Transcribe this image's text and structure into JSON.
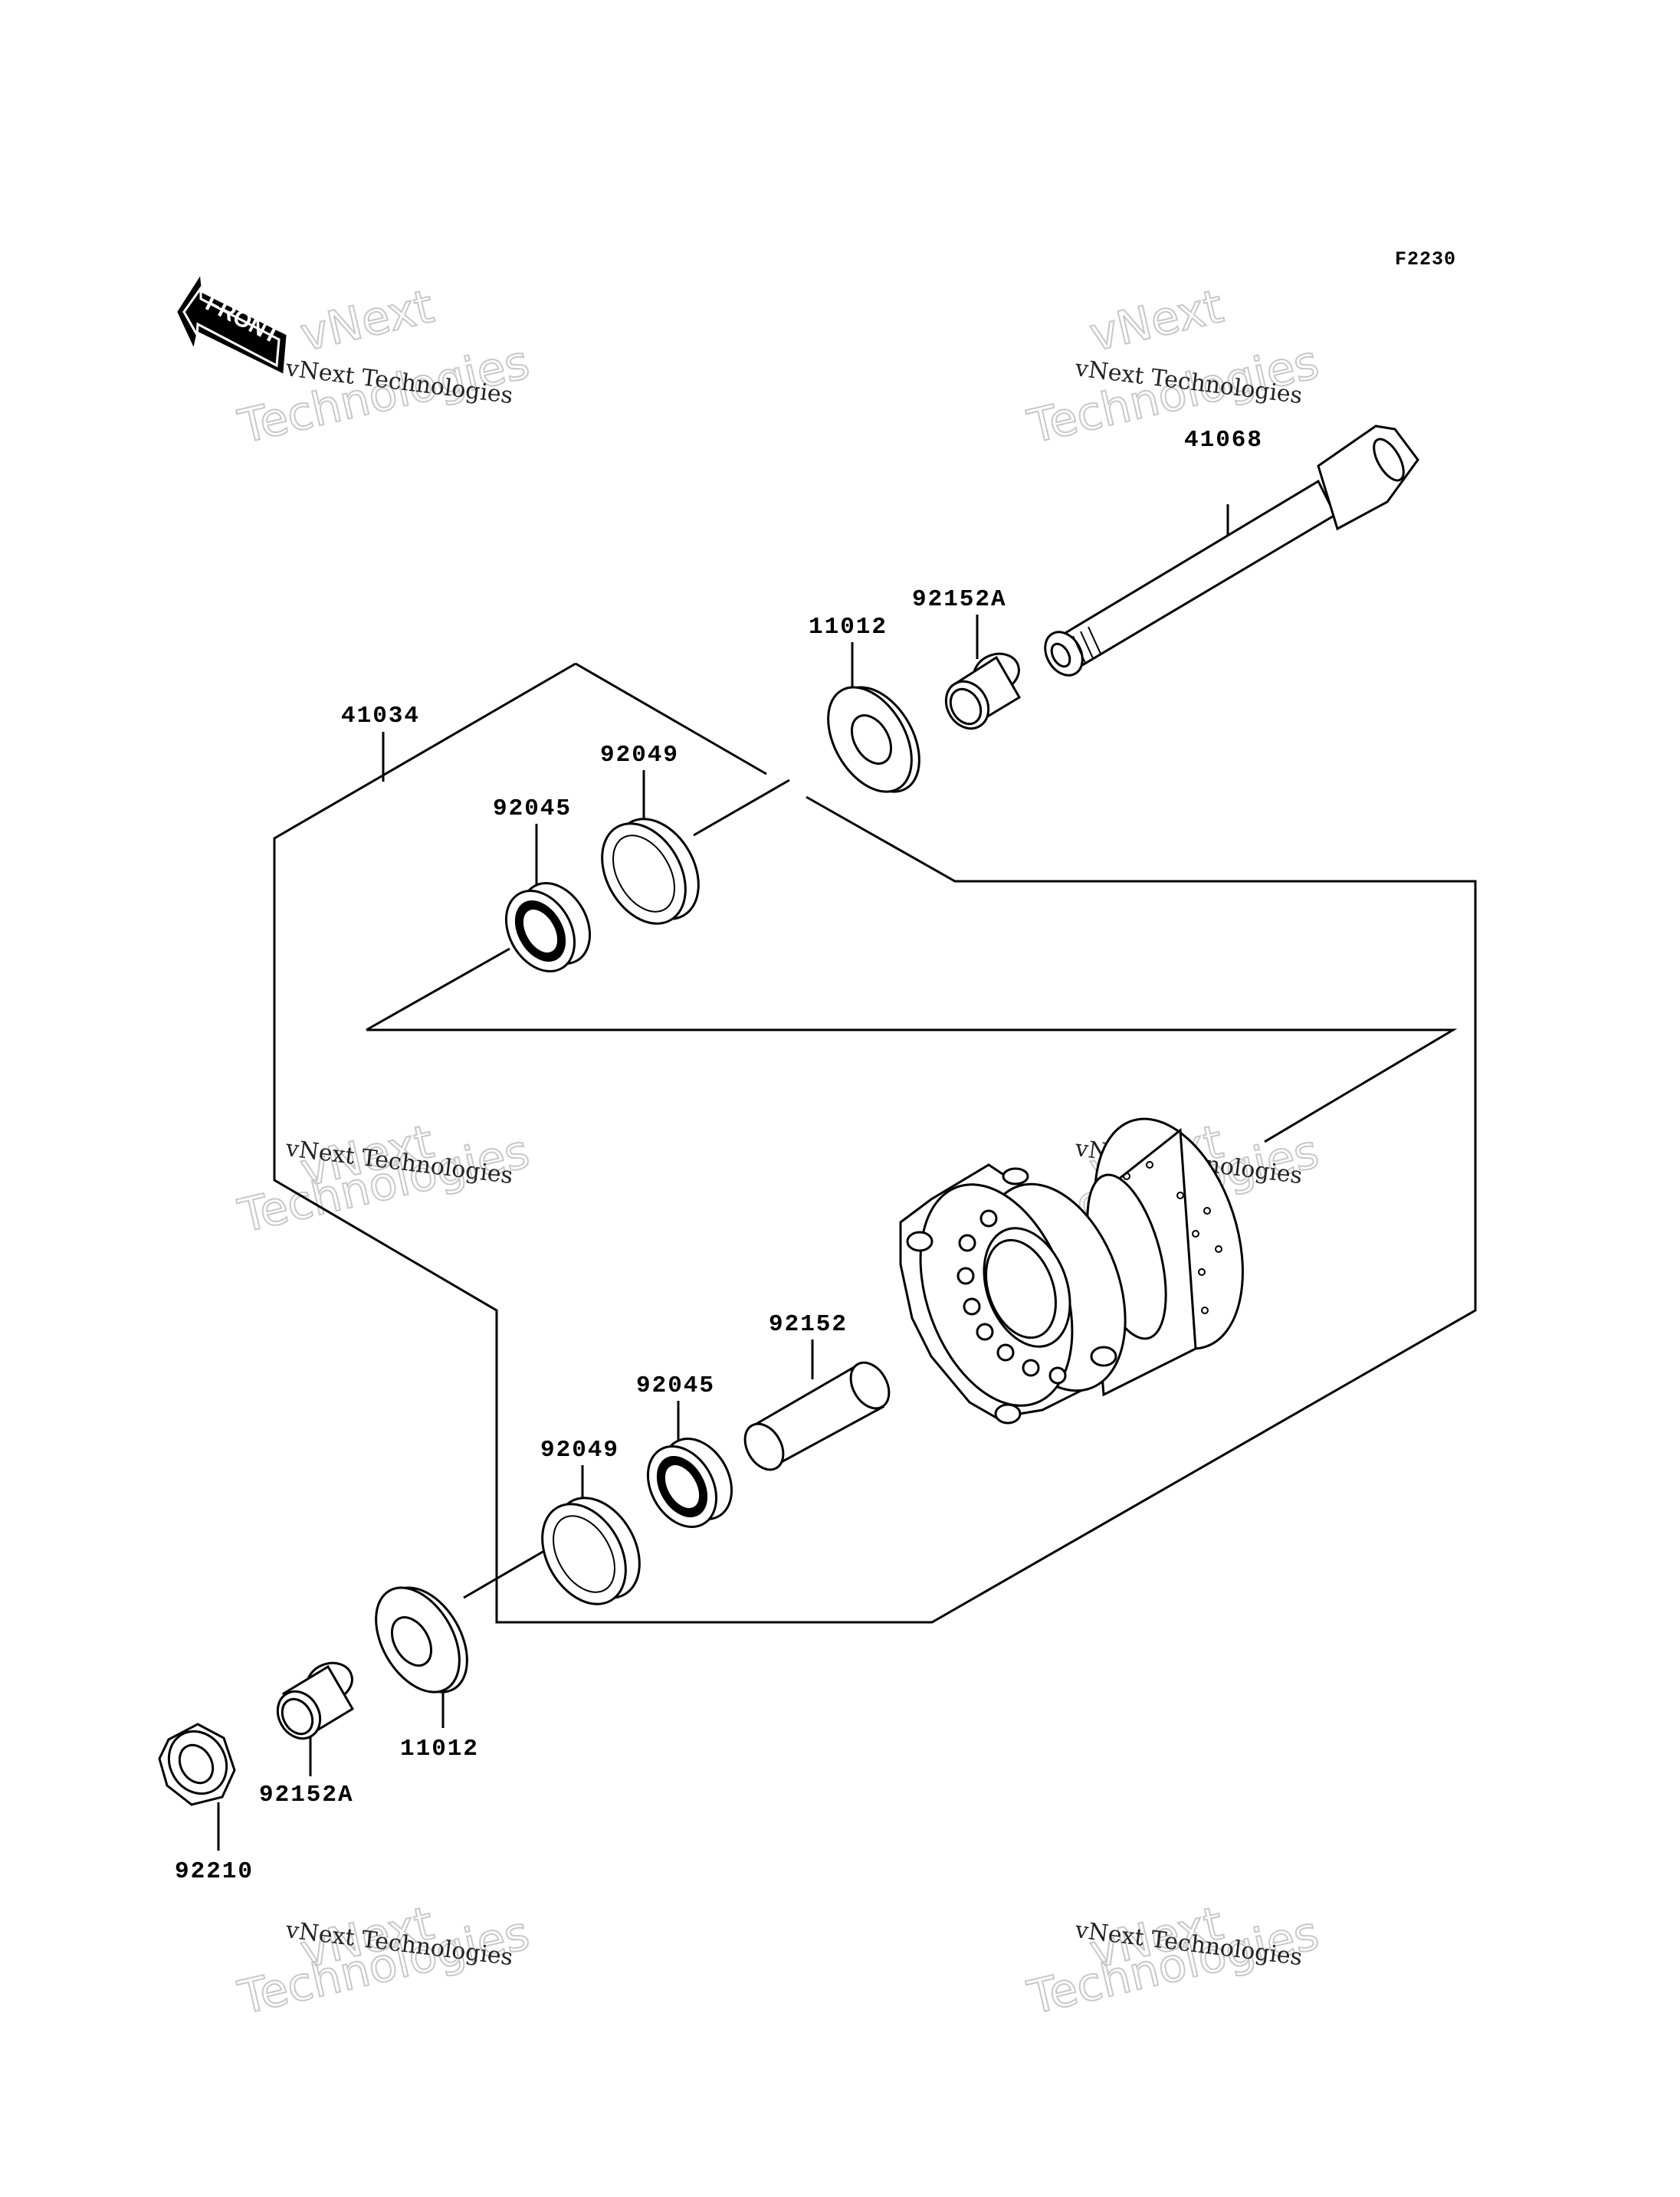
{
  "diagram_code": "F2230",
  "front_arrow": "FRONT",
  "watermark": {
    "line1": "vNext Technologies",
    "line2": "vNext",
    "line3": "Technologies"
  },
  "labels": {
    "axle": "41068",
    "collar_top": "92152A",
    "cap_top": "11012",
    "hub": "41034",
    "seal_top": "92049",
    "bearing_top": "92045",
    "spacer": "92152",
    "bearing_bottom": "92045",
    "seal_bottom": "92049",
    "cap_bottom": "11012",
    "collar_bottom": "92152A",
    "nut": "92210"
  }
}
